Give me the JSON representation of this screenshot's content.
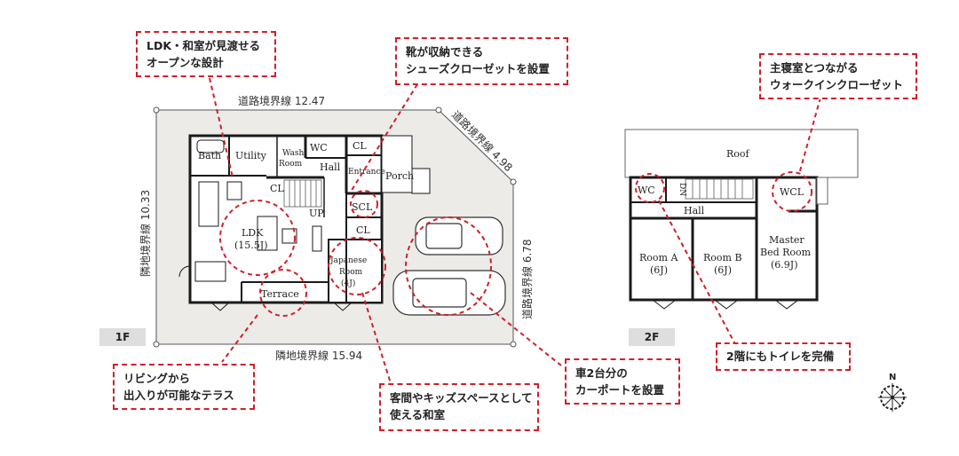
{
  "callouts": {
    "ldk_open": {
      "line1": "LDK・和室が見渡せる",
      "line2": "オープンな設計"
    },
    "shoes_closet": {
      "line1": "靴が収納できる",
      "line2": "シューズクローゼットを設置"
    },
    "walk_in": {
      "line1": "主寝室とつながる",
      "line2": "ウォークインクローゼット"
    },
    "terrace": {
      "line1": "リビングから",
      "line2": "出入りが可能なテラス"
    },
    "japanese_room": {
      "line1": "客間やキッズスペースとして",
      "line2": "使える和室"
    },
    "carport": {
      "line1": "車2台分の",
      "line2": "カーポートを設置"
    },
    "toilet_2f": {
      "line1": "2階にもトイレを完備"
    }
  },
  "boundaries": {
    "top": "道路境界線 12.47",
    "diagonal": "道路境界線 4.98",
    "right": "道路境界線 6.78",
    "left": "隣地境界線 10.33",
    "bottom": "隣地境界線 15.94"
  },
  "floors": {
    "first": {
      "tag": "1F",
      "rooms": {
        "bath": "Bath",
        "utility": "Utility",
        "wash1": "Wash",
        "wash2": "Room",
        "wc": "WC",
        "cl_top": "CL",
        "hall": "Hall",
        "entrance": "Entrance",
        "porch": "Porch",
        "cl_stair": "CL",
        "up": "UP",
        "scl": "SCL",
        "cl_mid": "CL",
        "ldk": "LDK",
        "ldk_size": "(15.5J)",
        "japanese1": "Japanese",
        "japanese2": "Room",
        "japanese_size": "(4J)",
        "terrace": "Terrace"
      }
    },
    "second": {
      "tag": "2F",
      "rooms": {
        "roof": "Roof",
        "wc": "WC",
        "dn": "DN",
        "hall": "Hall",
        "wcl": "WCL",
        "room_a": "Room A",
        "room_a_size": "(6J)",
        "room_b": "Room B",
        "room_b_size": "(6J)",
        "master1": "Master",
        "master2": "Bed Room",
        "master_size": "(6.9J)"
      }
    }
  },
  "compass": {
    "label": "N"
  },
  "colors": {
    "accent_red": "#d0202a",
    "lot_fill": "#ecebe7",
    "wall": "#1a1a1a",
    "tag_bg": "#dedede"
  }
}
